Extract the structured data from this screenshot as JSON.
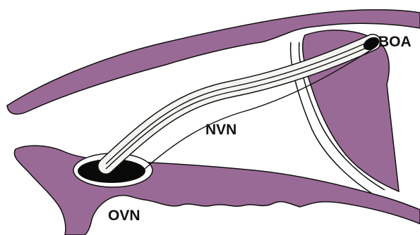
{
  "labels": {
    "boa": "BOA",
    "nvn": "NVN",
    "ovn": "OVN"
  },
  "colors": {
    "tissue": "#9a6a96",
    "tissue_edge": "#111111",
    "nucleus": "#0a0a0a",
    "background": "#ffffff",
    "tract_fill": "#f4f4f0"
  }
}
